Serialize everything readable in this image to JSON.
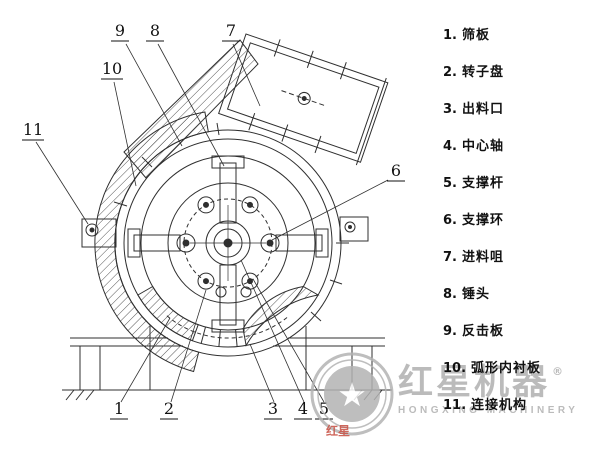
{
  "diagram": {
    "callouts": {
      "c1": "1",
      "c2": "2",
      "c3": "3",
      "c4": "4",
      "c5": "5",
      "c6": "6",
      "c7": "7",
      "c8": "8",
      "c9": "9",
      "c10": "10",
      "c11": "11"
    }
  },
  "legend": {
    "items": [
      {
        "num": "1.",
        "label": "筛板"
      },
      {
        "num": "2.",
        "label": "转子盘"
      },
      {
        "num": "3.",
        "label": "出料口"
      },
      {
        "num": "4.",
        "label": "中心轴"
      },
      {
        "num": "5.",
        "label": "支撑杆"
      },
      {
        "num": "6.",
        "label": "支撑环"
      },
      {
        "num": "7.",
        "label": "进料咀"
      },
      {
        "num": "8.",
        "label": "锤头"
      },
      {
        "num": "9.",
        "label": "反击板"
      },
      {
        "num": "10.",
        "label": "弧形内衬板"
      },
      {
        "num": "11.",
        "label": "连接机构"
      }
    ]
  },
  "watermark": {
    "brand": "红星机器",
    "registered": "®",
    "subtitle": "HONGXING MACHINERY",
    "stamp": "红星",
    "star": "★"
  }
}
